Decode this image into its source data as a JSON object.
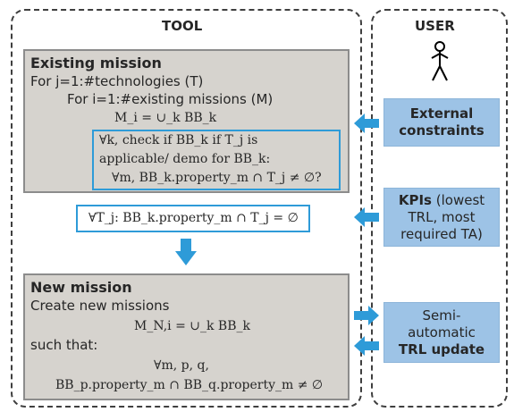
{
  "lanes": {
    "tool_title": "TOOL",
    "user_title": "USER"
  },
  "existing_mission": {
    "title": "Existing mission",
    "line1": "For j=1:#technologies (T)",
    "line2": "For i=1:#existing missions (M)",
    "formula": "M_i = ∪_k BB_k",
    "check_line1": "∀k, check if BB_k if T_j is",
    "check_line2": "applicable/ demo for BB_k:",
    "check_line3": "∀m, BB_k.property_m ∩ T_j ≠ ∅?"
  },
  "empty_condition": "∀T_j: BB_k.property_m ∩ T_j = ∅",
  "new_mission": {
    "title": "New mission",
    "line1": "Create new missions",
    "formula": "M_N,i = ∪_k BB_k",
    "line2": "such that:",
    "formula2": "∀m, p, q,",
    "formula3": "BB_p.property_m ∩ BB_q.property_m ≠ ∅"
  },
  "user_boxes": {
    "external_line1": "External",
    "external_line2": "constraints",
    "kpi_bold": "KPIs",
    "kpi_rest1": " (lowest",
    "kpi_line2": "TRL, most",
    "kpi_line3": "required TA)",
    "trl_line1": "Semi-",
    "trl_line2": "automatic",
    "trl_line3": "TRL update"
  },
  "icons": [
    "stick-figure-icon",
    "arrow-left-icon",
    "arrow-down-icon",
    "arrow-right-icon"
  ],
  "colors": {
    "accent_blue": "#2e9bd8",
    "box_blue": "#9dc3e6",
    "box_gray": "#d6d3ce"
  }
}
